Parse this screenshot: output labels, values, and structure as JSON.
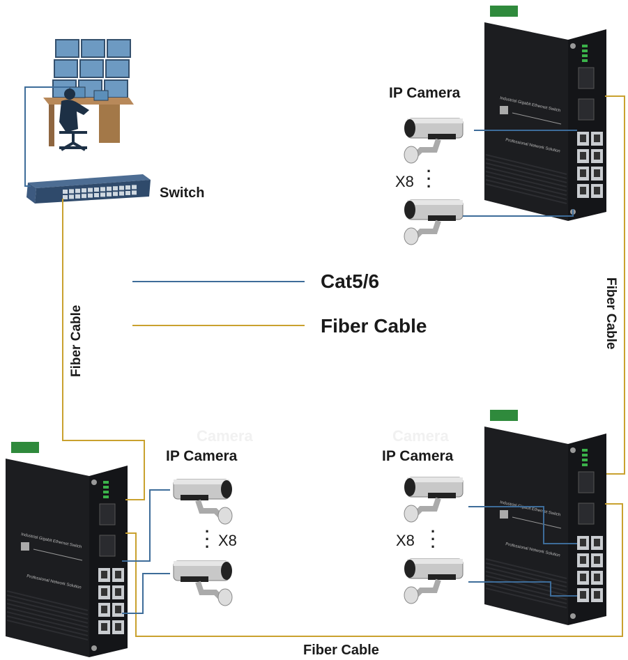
{
  "colors": {
    "cat_cable": "#3d6c99",
    "fiber_cable": "#c9a12e",
    "device_body": "#1c1d20"
  },
  "workstation": {
    "label": "Switch"
  },
  "legend": {
    "cat_label": "Cat5/6",
    "fiber_label": "Fiber Cable"
  },
  "fiber_labels": {
    "left": "Fiber Cable",
    "right": "Fiber Cable",
    "bottom": "Fiber Cable"
  },
  "camera_groups": [
    {
      "title": "IP Camera",
      "count": "X8"
    },
    {
      "title": "IP Camera",
      "count": "X8"
    },
    {
      "title": "IP Camera",
      "count": "X8"
    }
  ],
  "watermarks": [
    "Camera",
    "Camera"
  ],
  "device_text": {
    "name": "Industrial Gigabit Ethernet Switch",
    "slogan": "Professional Network Solution"
  }
}
